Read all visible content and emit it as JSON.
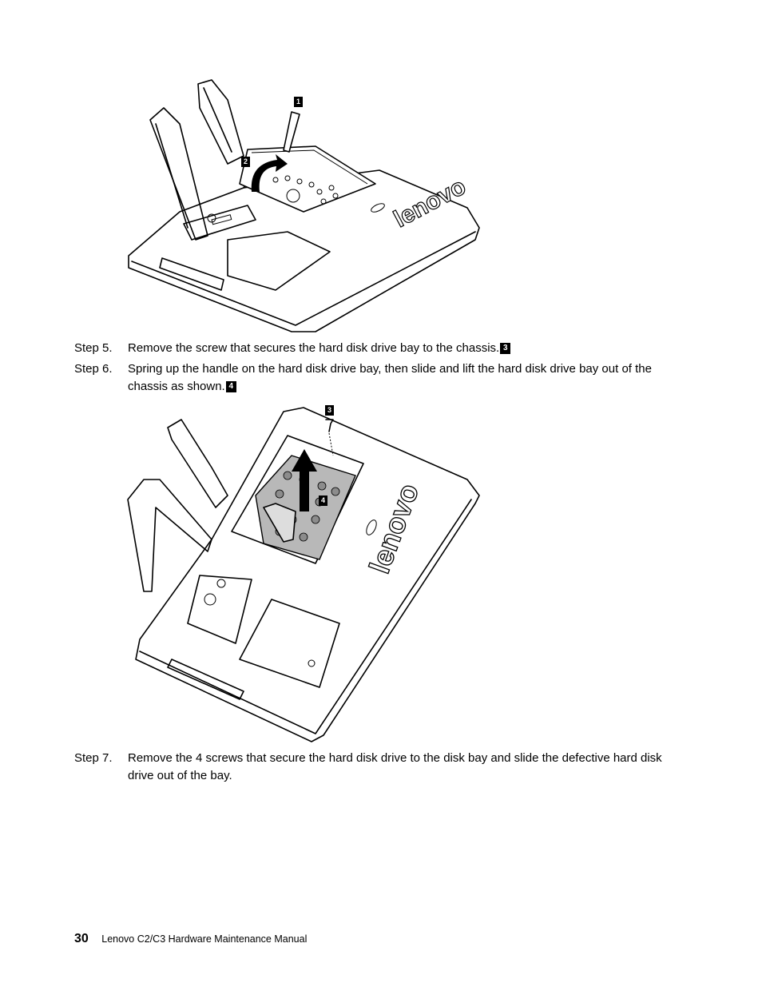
{
  "figure1": {
    "callouts": [
      "1",
      "2"
    ],
    "logo": "lenovo"
  },
  "steps": [
    {
      "number": "Step 5.",
      "text": "Remove the screw that secures the hard disk drive bay to the chassis.",
      "callout": "3"
    },
    {
      "number": "Step 6.",
      "text": "Spring up the handle on the hard disk drive bay, then slide and lift the hard disk drive bay out of the chassis as shown.",
      "callout": "4"
    },
    {
      "number": "Step 7.",
      "text": "Remove the 4 screws that secure the hard disk drive to the disk bay and slide the defective hard disk drive out of the bay."
    }
  ],
  "figure2": {
    "callouts": [
      "3",
      "4"
    ],
    "logo": "lenovo"
  },
  "footer": {
    "page_number": "30",
    "manual_title": "Lenovo C2/C3 Hardware Maintenance Manual"
  }
}
